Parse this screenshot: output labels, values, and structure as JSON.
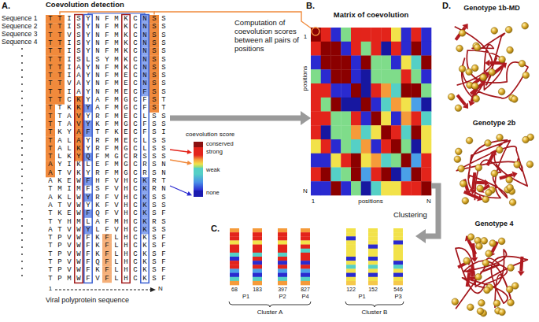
{
  "diagram": {
    "nodes": [
      {
        "text": [
          "Coevolution detection"
        ]
      },
      {
        "text": [
          "Matrix of coevolution"
        ]
      },
      {
        "text": [
          "Cluster A",
          "Cluster B"
        ]
      }
    ],
    "edges": [
      {
        "from": 0,
        "to": 1,
        "arrow": "to",
        "label": "Computation of coevolution scores between all pairs of positions"
      },
      {
        "from": 1,
        "to": 2,
        "arrow": "to",
        "label": "Clustering"
      }
    ],
    "labels": [
      "A.",
      "Sequence 1",
      "Sequence 2",
      "Sequence 3",
      "Sequence 4",
      "TTISYNFMKCNSS",
      "TTISYNFMKCNSS",
      "TTVSYNFMKCNSS",
      "TTISYNFMKCNSS",
      "TTISYNFMKCNSS",
      "TTISLSYMKCNSS",
      "TTIAYNFMKCNSS",
      "TTIAYNFMECNSS",
      "TTVAYNFMECNSS",
      "TTIAYNFMECFSS",
      "TTCKYAFMGCFST",
      "TTKKYAFMGCFST",
      "TTAVYRFMECLSS",
      "TTAVYKFMGCFSS",
      "TKYAFTFKECFSI",
      "TALAYRFMECLSS",
      "TALKYRFMGCLSS",
      "TLKYQFMGCRSSS",
      "AYIKLEFMGCRSN",
      "ATVKYRFMGCRSN",
      "AKEWFHFVHCKRT",
      "TMIMFSFVHCKRN",
      "AKLWYRFVHCKSS",
      "ATVWYKFVHCKSS",
      "TKEWFQFVHCKSF",
      "TYHMLAFMHCKRS",
      "ATVWYLFVHCKSS",
      "TPVWFKFLHCKSF",
      "TPVWFKFLHCKSF",
      "TPVWFKFLHCKSF",
      "TPVWFQFLHCKSF",
      "TPVWFKFLHCKSF",
      "TPMWFVFLHCKSF",
      "1",
      "Viral polyprotein sequence",
      "N",
      "coevolution score",
      "B.",
      "1",
      "positions",
      "N",
      "1",
      "positions",
      "N",
      "C.",
      "68",
      "183",
      "397",
      "827",
      "122",
      "152",
      "546",
      "P1",
      "P2",
      "P4",
      "P1",
      "P3",
      "D.",
      "Genotype 1b-MD",
      "Genotype 2b",
      "Genotype 4"
    ],
    "legend": [
      {
        "text": "conserved",
        "color": "#8b1111"
      },
      {
        "text": "strong",
        "color": "#e3241b"
      },
      {
        "text": "weak",
        "color": "#55d0c6"
      },
      {
        "text": "none",
        "color": "#1c1cb0"
      }
    ]
  }
}
